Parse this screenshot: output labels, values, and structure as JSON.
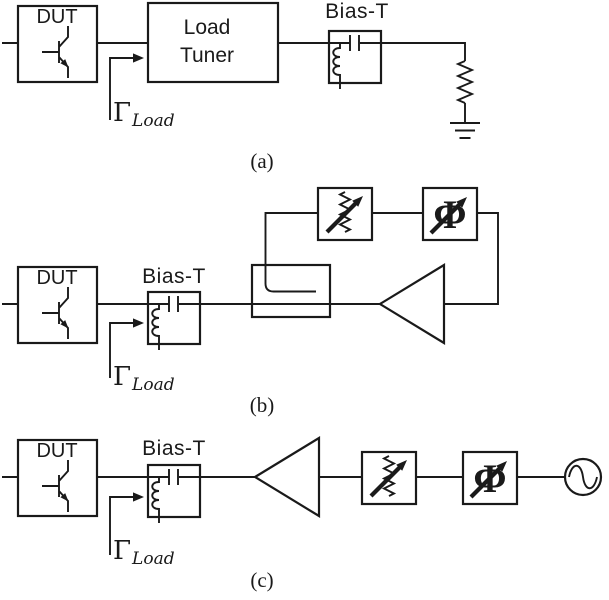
{
  "colors": {
    "ink": "#1a1a1a",
    "background": "#ffffff"
  },
  "icons": {
    "transistor": "npn-transistor-symbol",
    "capacitor": "series-capacitor-bars",
    "inductor": "shunt-inductor-coil",
    "resistor": "zigzag-resistor",
    "ground": "earth-ground-three-bars",
    "amplifier": "left-pointing-amplifier-triangle",
    "coupler": "directional-coupler-box",
    "variable_attenuator": "resistor-with-diagonal-arrow-box",
    "phase_shifter": "phi-with-diagonal-arrow-box",
    "signal_source": "sine-wave-in-circle",
    "gamma_arrow": "right-pointing-reference-plane-arrow"
  },
  "panel_a": {
    "label": "(a)",
    "dut_label": "DUT",
    "load_tuner_line1": "Load",
    "load_tuner_line2": "Tuner",
    "bias_t_label": "Bias-T",
    "gamma_symbol": "Γ",
    "gamma_subscript": "Load"
  },
  "panel_b": {
    "label": "(b)",
    "dut_label": "DUT",
    "bias_t_label": "Bias-T",
    "phase_shifter_symbol": "Φ",
    "gamma_symbol": "Γ",
    "gamma_subscript": "Load"
  },
  "panel_c": {
    "label": "(c)",
    "dut_label": "DUT",
    "bias_t_label": "Bias-T",
    "phase_shifter_symbol": "Φ",
    "gamma_symbol": "Γ",
    "gamma_subscript": "Load"
  }
}
